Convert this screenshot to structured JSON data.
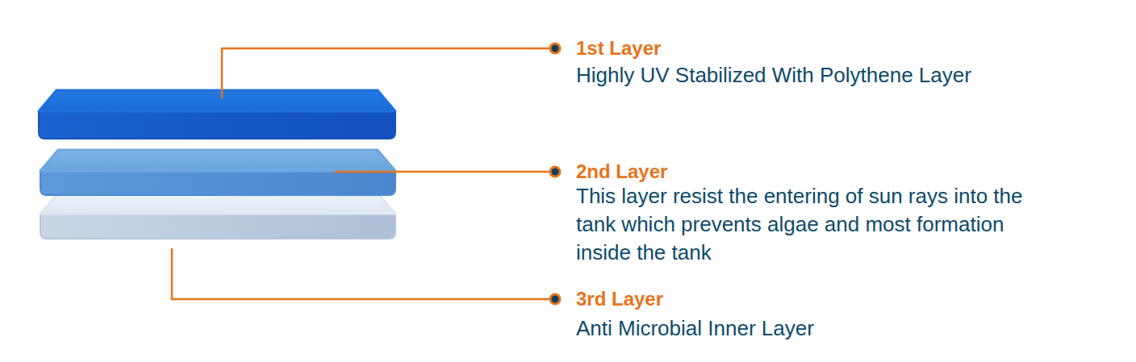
{
  "diagram": {
    "labels": [
      "1st Layer",
      "Highly UV Stabilized With Polythene Layer",
      "2nd Layer",
      "This layer resist the entering of sun rays into the tank which prevents algae and most formation inside the tank",
      "3rd Layer",
      "Anti Microbial Inner Layer"
    ]
  }
}
